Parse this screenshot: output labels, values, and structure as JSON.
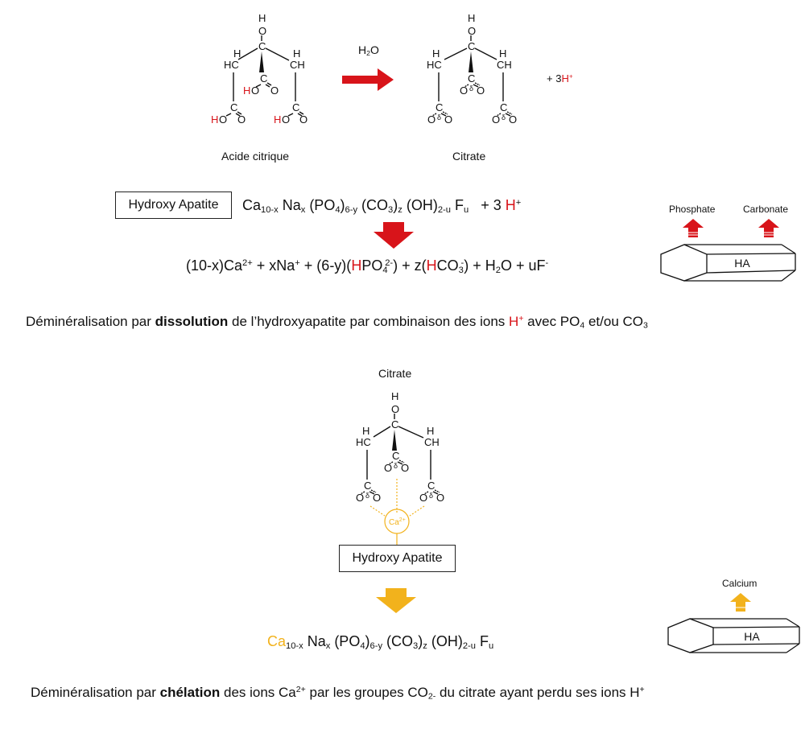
{
  "reaction1": {
    "acid_label": "Acide citrique",
    "reagent": "H2O",
    "product_label": "Citrate",
    "byproduct": "+ 3",
    "byproduct_ion": "H+",
    "atoms": {
      "H": "H",
      "O": "O",
      "C": "C",
      "HC": "HC",
      "CH": "CH",
      "HO": "HO",
      "H_red": "H",
      "O_minus": "O",
      "delta": "δ"
    }
  },
  "dissolution": {
    "box_label": "Hydroxy Apatite",
    "formula_parts": [
      "Ca",
      "10-x",
      " Na",
      "x",
      " (PO",
      "4",
      ")",
      "6-y",
      " (CO",
      "3",
      ")",
      "z",
      " (OH)",
      "2-u",
      " F",
      "u"
    ],
    "plus": "+ 3",
    "proton": "H",
    "proton_charge": "+",
    "products": {
      "p1": "(10-x)Ca",
      "p1_charge": "2+",
      "p2": " + xNa",
      "p2_charge": "+",
      "p3a": " + (6-y)(",
      "p3_h": "H",
      "p3b": "PO",
      "p3_sub": "4",
      "p3_charge": "2-",
      "p3c": ")",
      "p4a": " + z(",
      "p4_h": "H",
      "p4b": "CO",
      "p4_sub": "3",
      "p4_charge": "-",
      "p4c": ")",
      "p5": " + H",
      "p5_sub": "2",
      "p5b": "O + uF",
      "p5_charge": "-"
    },
    "crystal_label": "HA",
    "release_labels": [
      "Phosphate",
      "Carbonate"
    ],
    "sentence": {
      "a": "Déminéralisation par ",
      "bold": "dissolution",
      "b": " de l’hydroxyapatite par combinaison des ions ",
      "ion": "H",
      "ion_charge": "+",
      "c": " avec PO",
      "c_sub": "4",
      "d": " et/ou CO",
      "d_sub": "3"
    }
  },
  "chelation": {
    "citrate_label": "Citrate",
    "calcium_ion": "Ca",
    "calcium_charge": "2+",
    "box_label": "Hydroxy Apatite",
    "formula_parts": [
      "Ca",
      "10-x",
      " Na",
      "x",
      " (PO",
      "4",
      ")",
      "6-y",
      " (CO",
      "3",
      ")",
      "z",
      " (OH)",
      "2-u",
      " F",
      "u"
    ],
    "crystal_label": "HA",
    "release_label": "Calcium",
    "sentence": {
      "a": "Déminéralisation par ",
      "bold": "chélation",
      "b": " des ions Ca",
      "b_charge": "2+",
      "c": " par les groupes CO",
      "c_sub": "2-",
      "d": " du citrate ayant perdu ses ions H",
      "d_charge": "+"
    }
  },
  "colors": {
    "proton_red": "#d8141a",
    "calcium_gold": "#f2b21c",
    "ink": "#111111"
  }
}
